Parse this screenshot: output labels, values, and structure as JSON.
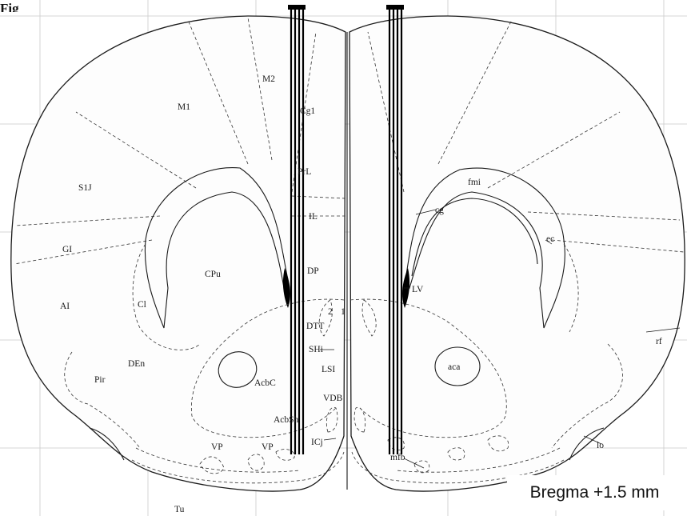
{
  "heading": "Fig",
  "bregma_label": "Bregma +1.5 mm",
  "colors": {
    "ink": "#1a1a1a",
    "grid": "#c9c9c9",
    "probe": "#000000",
    "background": "#ffffff"
  },
  "labels": {
    "M2": "M2",
    "M1": "M1",
    "Cg1": "Cg1",
    "PrL": "PrL",
    "S1J": "S1J",
    "IL": "IL",
    "GI": "GI",
    "CPu": "CPu",
    "DP": "DP",
    "AI": "AI",
    "Cl": "Cl",
    "num2": "2",
    "num1": "1",
    "DTT": "DTT",
    "SHi": "SHi",
    "DEn": "DEn",
    "LSI": "LSI",
    "Pir": "Pir",
    "AcbC": "AcbC",
    "VDB": "VDB",
    "AcbSh": "AcbSh",
    "VP_left": "VP",
    "VP_mid": "VP",
    "ICj": "ICj",
    "Tu": "Tu",
    "fmi": "fmi",
    "cg": "cg",
    "ec": "ec",
    "LV": "LV",
    "aca": "aca",
    "rf": "rf",
    "mfb": "mfb",
    "lo": "lo"
  }
}
